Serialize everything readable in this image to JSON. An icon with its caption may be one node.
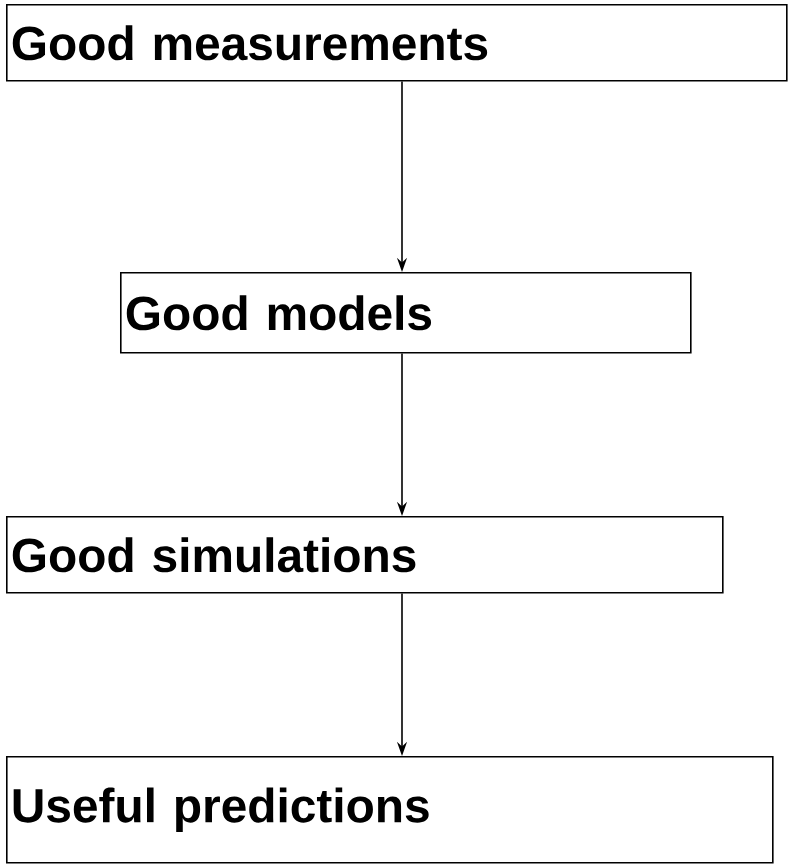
{
  "diagram": {
    "nodes": [
      {
        "text": [
          "Good measurements"
        ]
      },
      {
        "text": [
          "Good models"
        ]
      },
      {
        "text": [
          "Good simulations"
        ]
      },
      {
        "text": [
          "Useful predictions"
        ]
      }
    ],
    "edges": [
      {
        "from": 0,
        "to": 1,
        "arrow": "to"
      },
      {
        "from": 1,
        "to": 2,
        "arrow": "to"
      },
      {
        "from": 2,
        "to": 3,
        "arrow": "to"
      }
    ]
  }
}
